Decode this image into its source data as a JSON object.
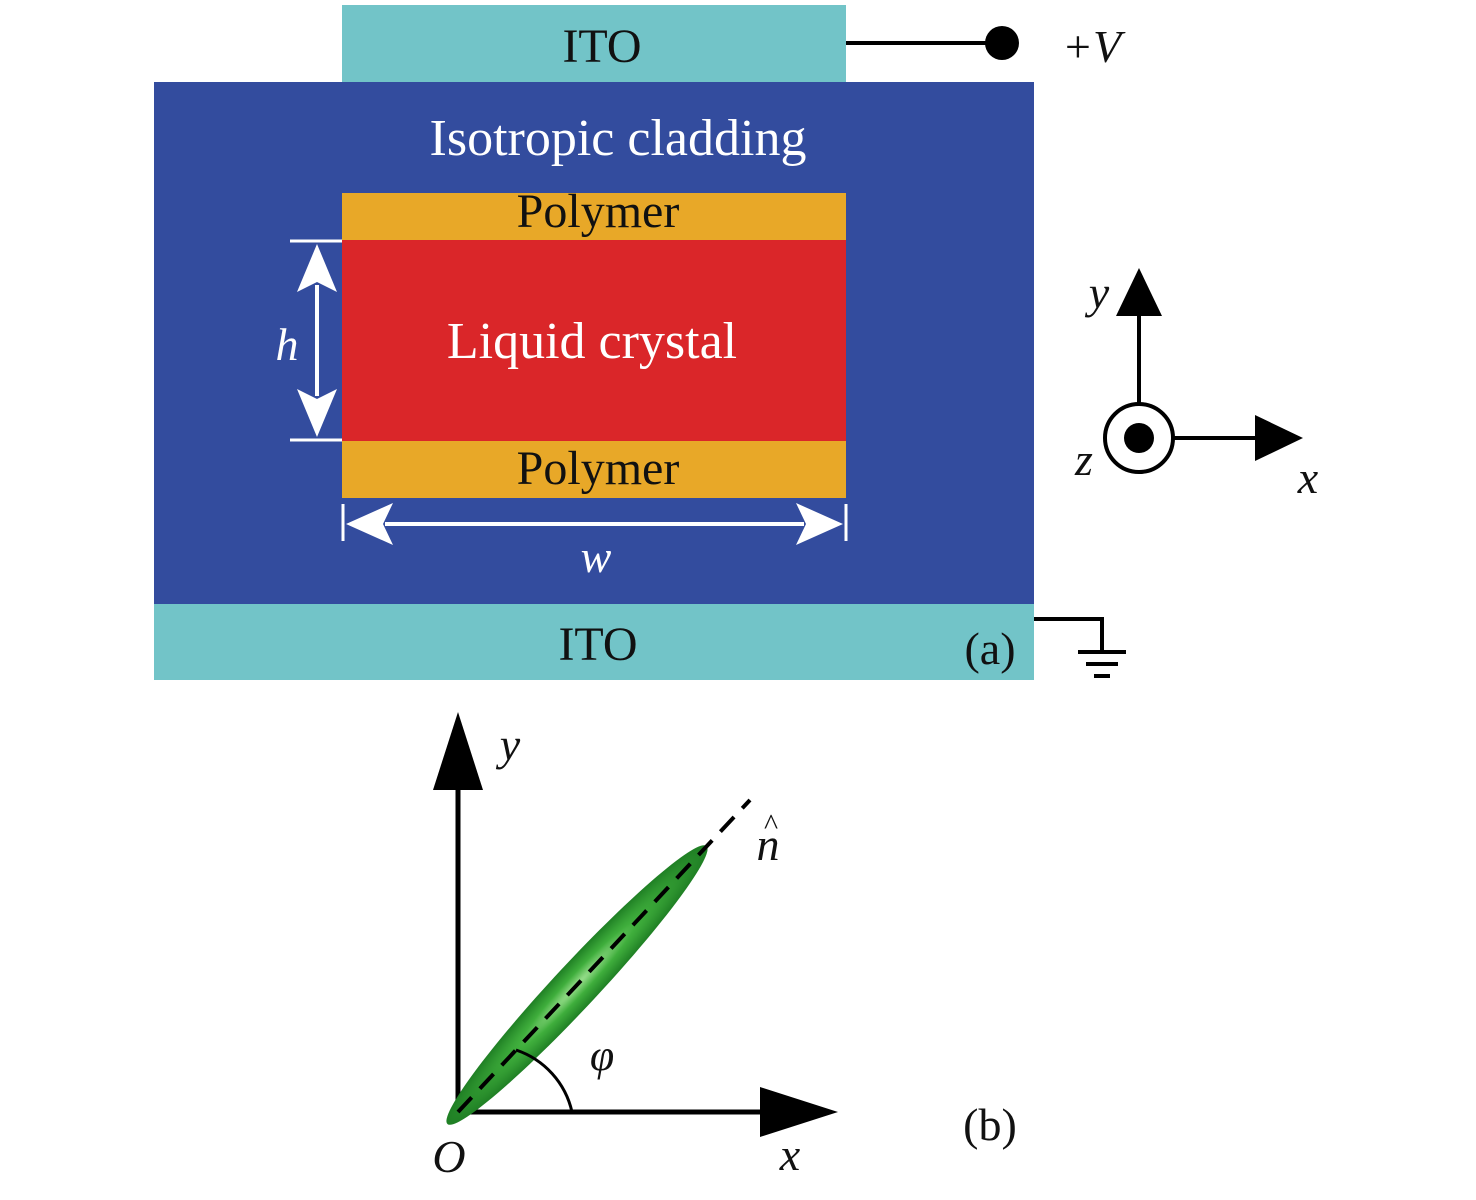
{
  "panel_a": {
    "top_electrode": "ITO",
    "bottom_electrode": "ITO",
    "cladding": "Isotropic cladding",
    "polymer_top": "Polymer",
    "polymer_bottom": "Polymer",
    "core": "Liquid crystal",
    "height_symbol": "h",
    "width_symbol": "w",
    "voltage_label": "+V",
    "panel_label": "(a)",
    "axes": {
      "x": "x",
      "y": "y",
      "z": "z"
    },
    "colors": {
      "ito": "#72c4c8",
      "cladding": "#334c9e",
      "polymer": "#e8a828",
      "liquid_crystal": "#da2629"
    }
  },
  "panel_b": {
    "axis_x": "x",
    "axis_y": "y",
    "origin": "O",
    "director": "n",
    "director_hat": "^",
    "angle": "φ",
    "panel_label": "(b)",
    "colors": {
      "molecule": "#2e9e33"
    }
  }
}
